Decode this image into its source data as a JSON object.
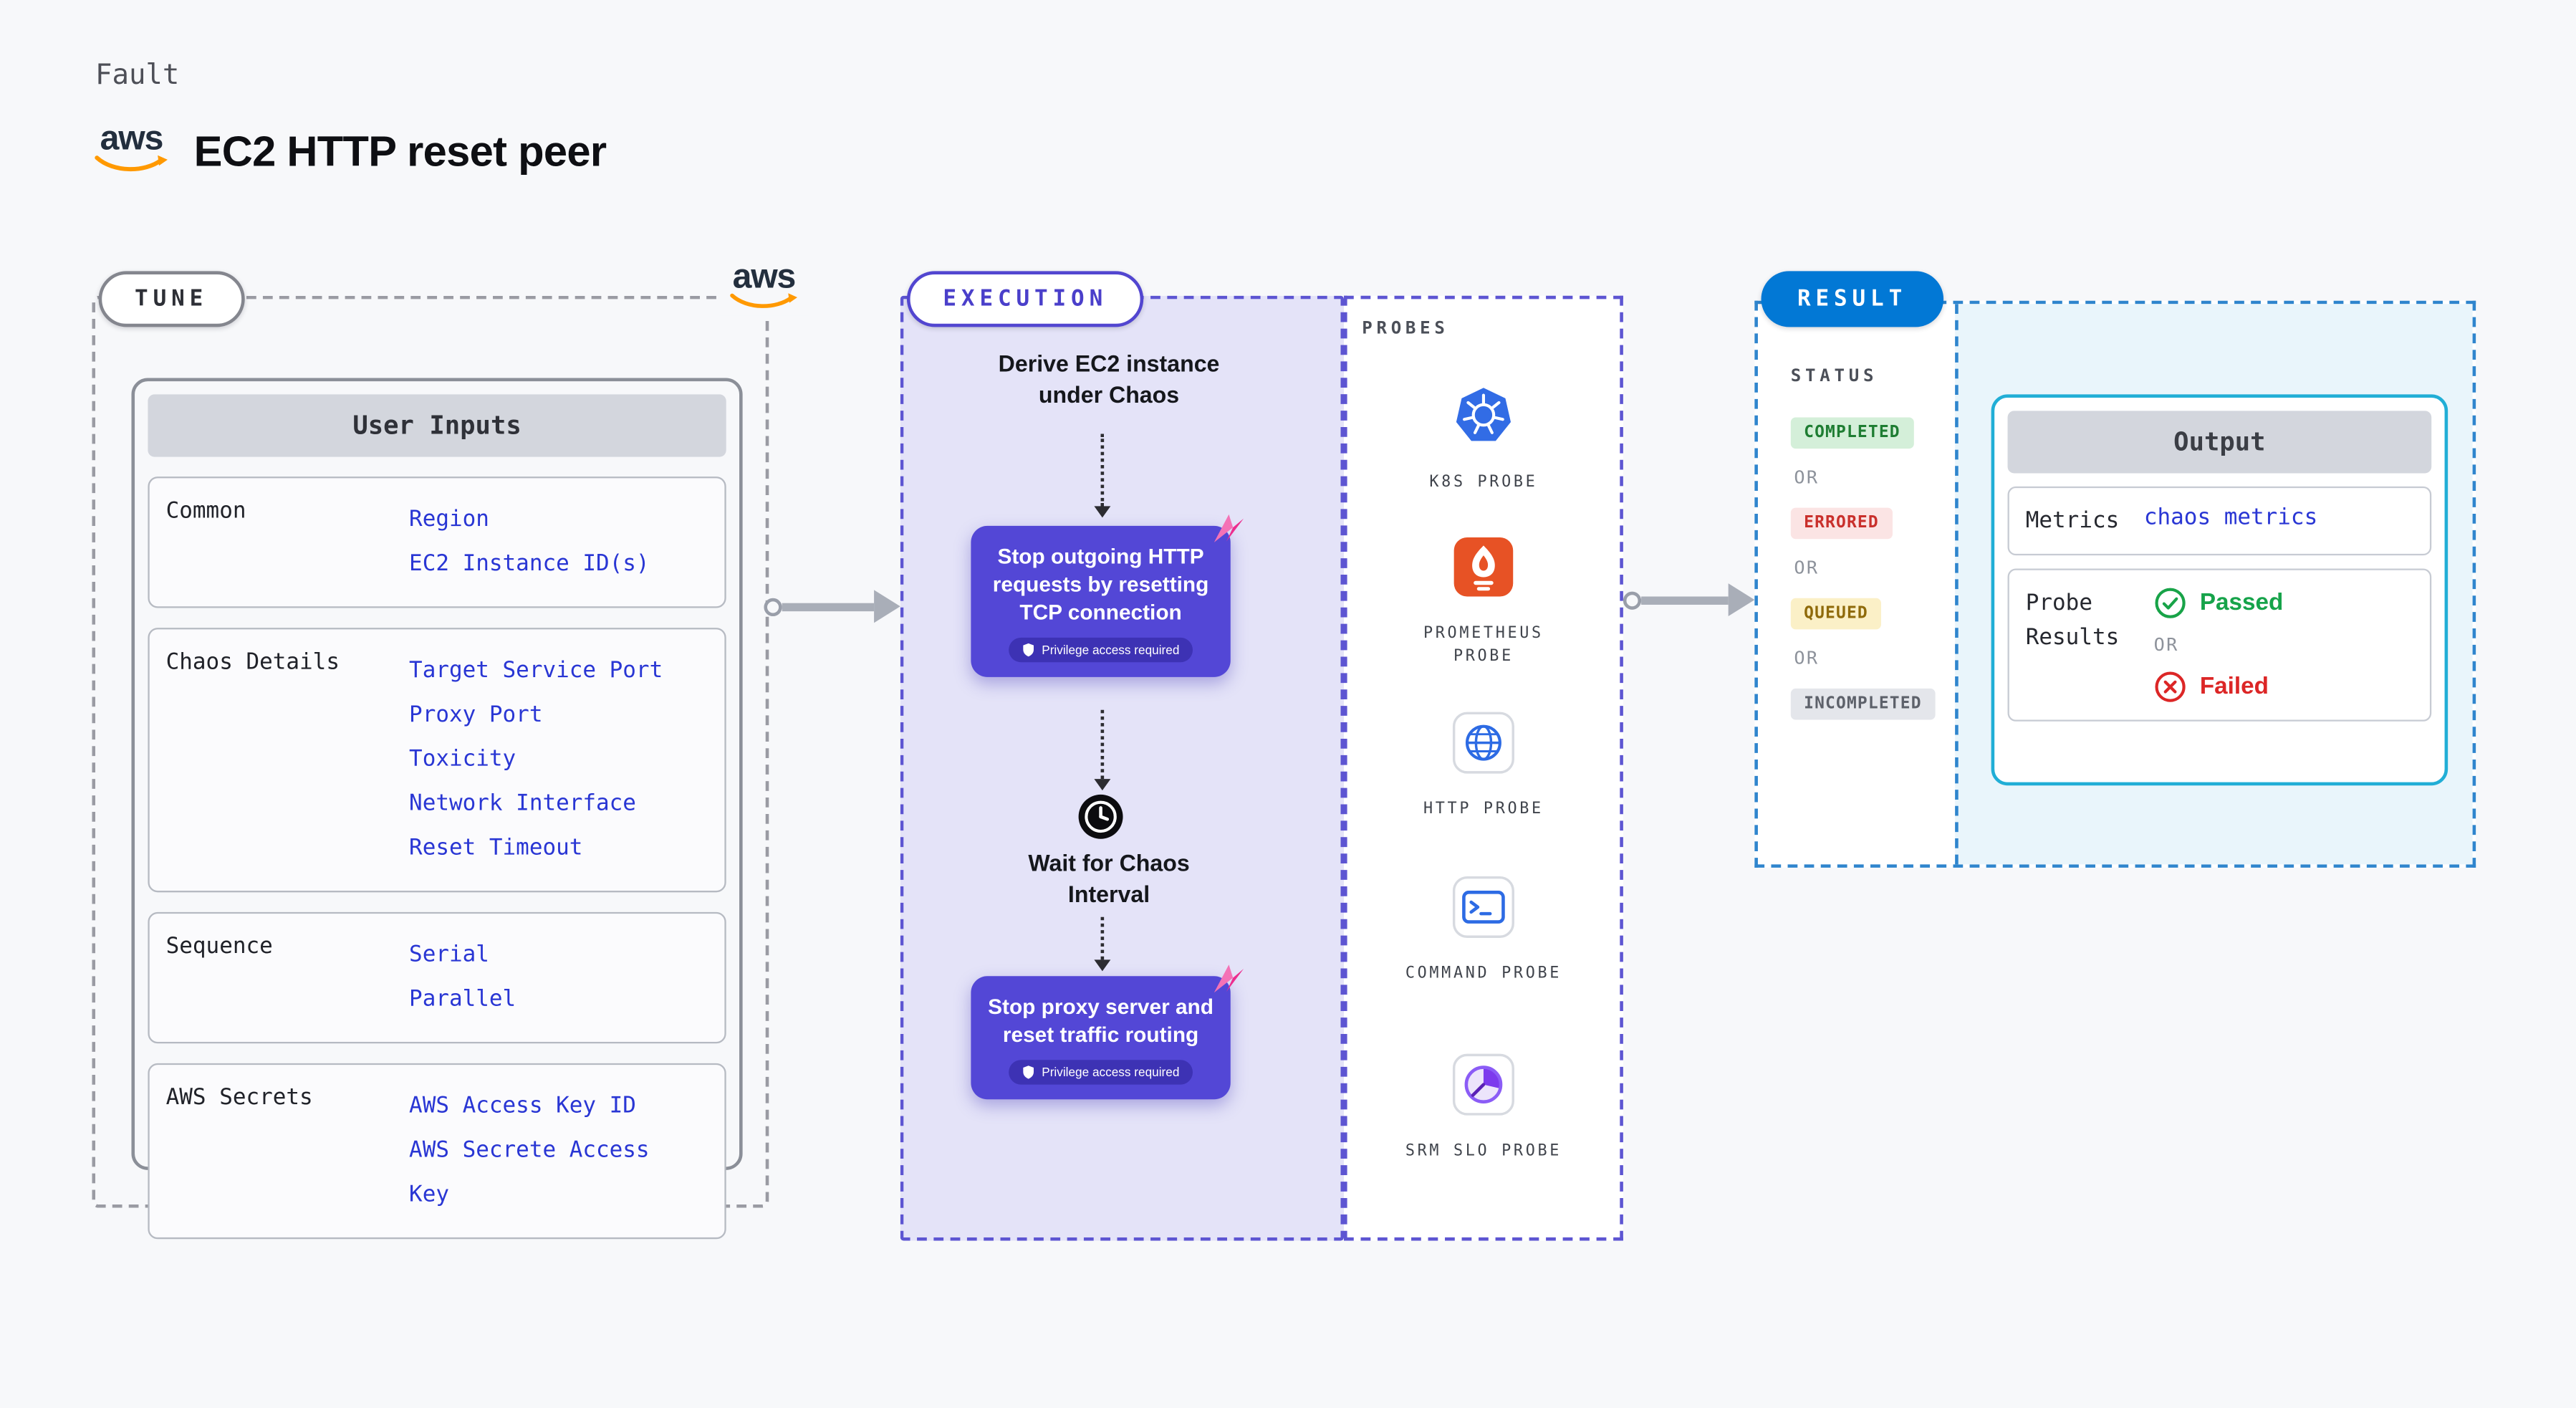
{
  "header": {
    "kicker": "Fault",
    "title": "EC2 HTTP reset peer",
    "aws_logo_text": "aws"
  },
  "tune": {
    "label": "TUNE",
    "table": {
      "header": "User Inputs",
      "rows": [
        {
          "label": "Common",
          "values": [
            "Region",
            "EC2 Instance ID(s)"
          ]
        },
        {
          "label": "Chaos Details",
          "values": [
            "Target Service Port",
            "Proxy Port",
            "Toxicity",
            "Network Interface",
            "Reset Timeout"
          ]
        },
        {
          "label": "Sequence",
          "values": [
            "Serial",
            "Parallel"
          ]
        },
        {
          "label": "AWS Secrets",
          "values": [
            "AWS Access Key ID",
            "AWS Secrete Access Key"
          ]
        }
      ]
    }
  },
  "execution": {
    "label": "EXECUTION",
    "step1": "Derive EC2 instance under Chaos",
    "card1": "Stop outgoing HTTP requests by resetting TCP connection",
    "privilege_badge": "Privilege access required",
    "wait": "Wait for Chaos Interval",
    "card2": "Stop proxy server and reset traffic routing"
  },
  "probes": {
    "label": "PROBES",
    "items": [
      {
        "name": "K8S PROBE",
        "icon": "kubernetes-icon"
      },
      {
        "name": "PROMETHEUS PROBE",
        "icon": "prometheus-icon"
      },
      {
        "name": "HTTP PROBE",
        "icon": "globe-icon"
      },
      {
        "name": "COMMAND PROBE",
        "icon": "terminal-icon"
      },
      {
        "name": "SRM SLO PROBE",
        "icon": "gauge-icon"
      }
    ]
  },
  "result": {
    "label": "RESULT",
    "status": {
      "label": "STATUS",
      "badges": [
        "COMPLETED",
        "ERRORED",
        "QUEUED",
        "INCOMPLETED"
      ],
      "or": "OR"
    },
    "output": {
      "header": "Output",
      "metrics_label": "Metrics",
      "metrics_value": "chaos metrics",
      "probe_results_label": "Probe Results",
      "passed": "Passed",
      "or": "OR",
      "failed": "Failed"
    }
  },
  "colors": {
    "page_bg": "#f7f8fa",
    "chaos_purple": "#5347d6",
    "execution_bg": "#e4e3f8",
    "result_blue": "#0278d5",
    "output_border": "#21aed6",
    "aws_orange": "#ff9900",
    "link_blue": "#2936d4",
    "pink_accent": "#ec2d8e"
  }
}
